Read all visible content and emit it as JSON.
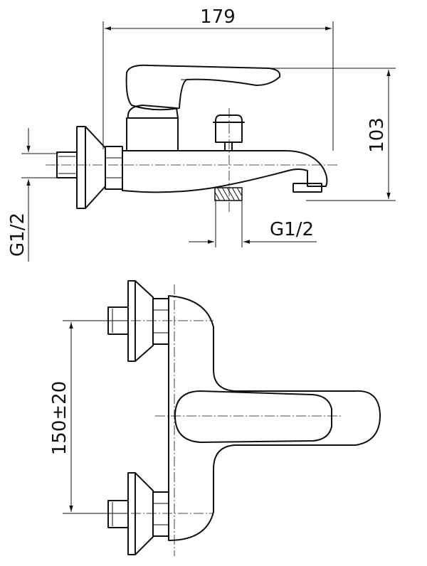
{
  "dimensions": {
    "overall_width": "179",
    "overall_height": "103",
    "inlet_thread": "G1/2",
    "outlet_thread": "G1/2",
    "inlet_spacing": "150±20"
  },
  "colors": {
    "ink": "#111111",
    "background": "#ffffff"
  }
}
